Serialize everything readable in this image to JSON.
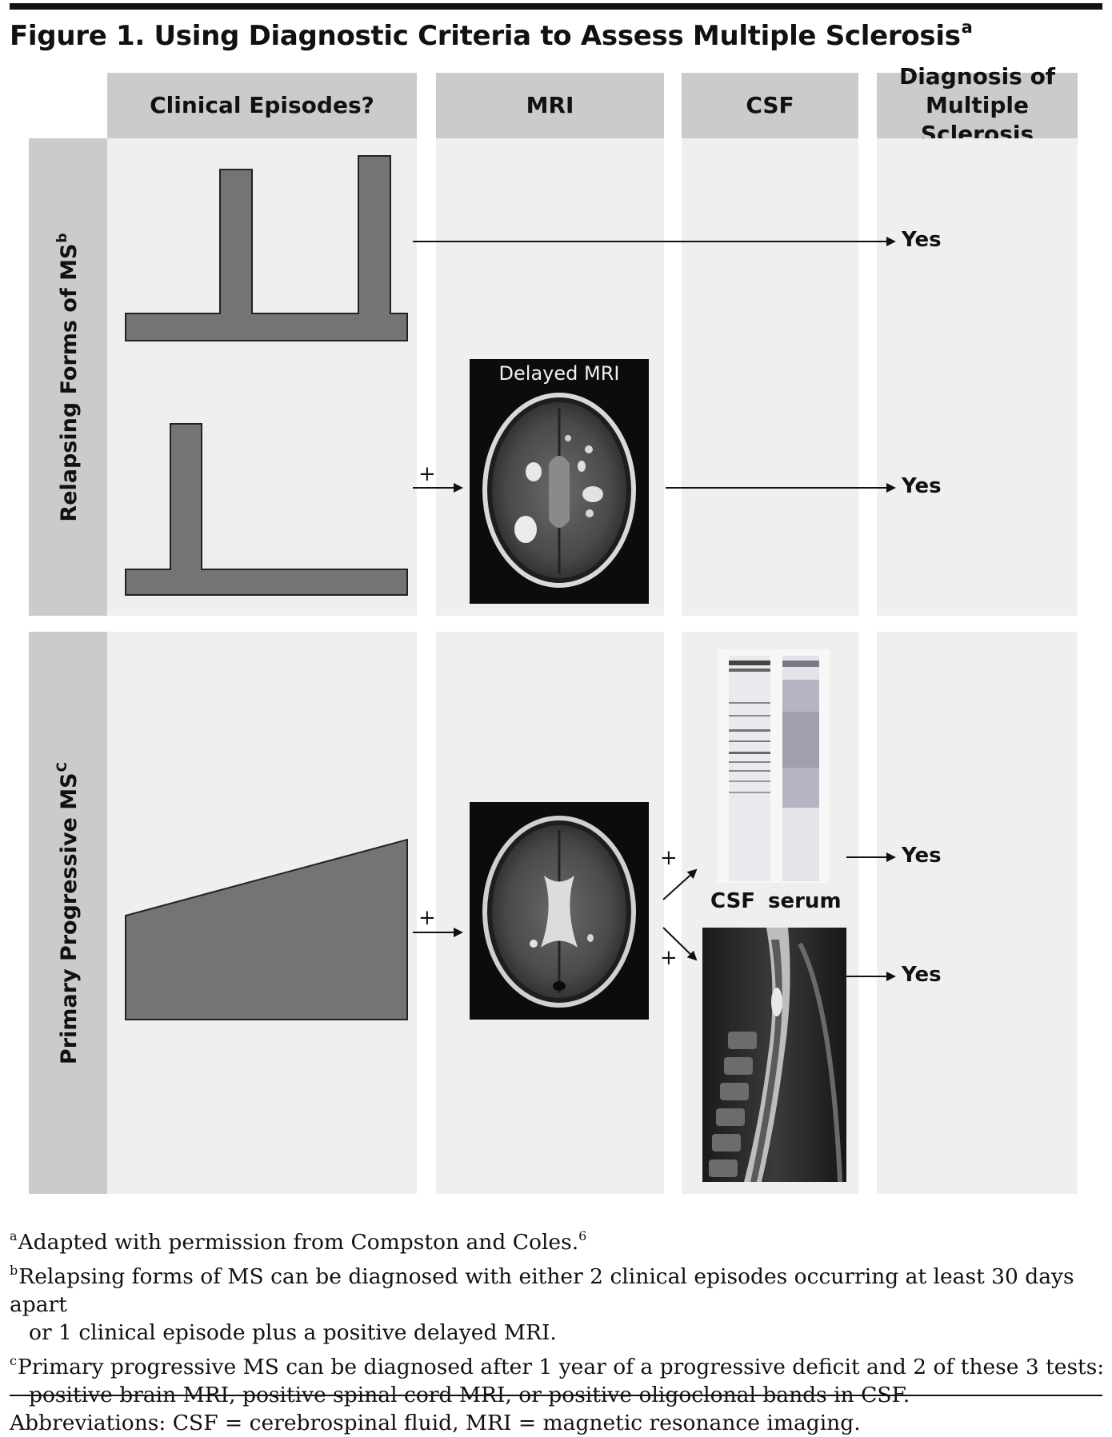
{
  "figure": {
    "title": "Figure 1. Using Diagnostic Criteria to Assess Multiple Sclerosis",
    "title_sup": "a"
  },
  "headers": {
    "clinical": "Clinical Episodes?",
    "mri": "MRI",
    "csf": "CSF",
    "diagnosis_line1": "Diagnosis of",
    "diagnosis_line2": "Multiple Sclerosis"
  },
  "rows": {
    "relapsing_label": "Relapsing Forms of MS",
    "relapsing_sup": "b",
    "primary_label": "Primary Progressive MS",
    "primary_sup": "C"
  },
  "flow": {
    "delayed_mri_label": "Delayed MRI",
    "plus": "+",
    "yes": "Yes",
    "csf_lane_label": "CSF",
    "serum_lane_label": "serum"
  },
  "footnotes": {
    "a_mark": "a",
    "a_text": "Adapted with permission from Compston and Coles.",
    "a_ref": "6",
    "b_mark": "b",
    "b_text_line1": "Relapsing forms of MS can be diagnosed with either 2 clinical episodes occurring at least 30 days apart",
    "b_text_line2": "or 1 clinical episode plus a positive delayed MRI.",
    "c_mark": "c",
    "c_text_line1": "Primary progressive MS can be diagnosed after 1 year of a progressive deficit and 2 of these 3 tests:",
    "c_text_line2": "positive brain MRI, positive spinal cord MRI, or positive oligoclonal bands in CSF.",
    "abbreviations": "Abbreviations: CSF = cerebrospinal fluid, MRI = magnetic resonance imaging."
  },
  "colors": {
    "header_gray": "#cbcbcb",
    "panel_gray": "#efefef",
    "shape_gray": "#747474",
    "image_black": "#0c0c0c"
  },
  "icons": [
    "arrow-right-icon",
    "brain-mri-image",
    "spinal-mri-image",
    "gel-electrophoresis-image"
  ]
}
